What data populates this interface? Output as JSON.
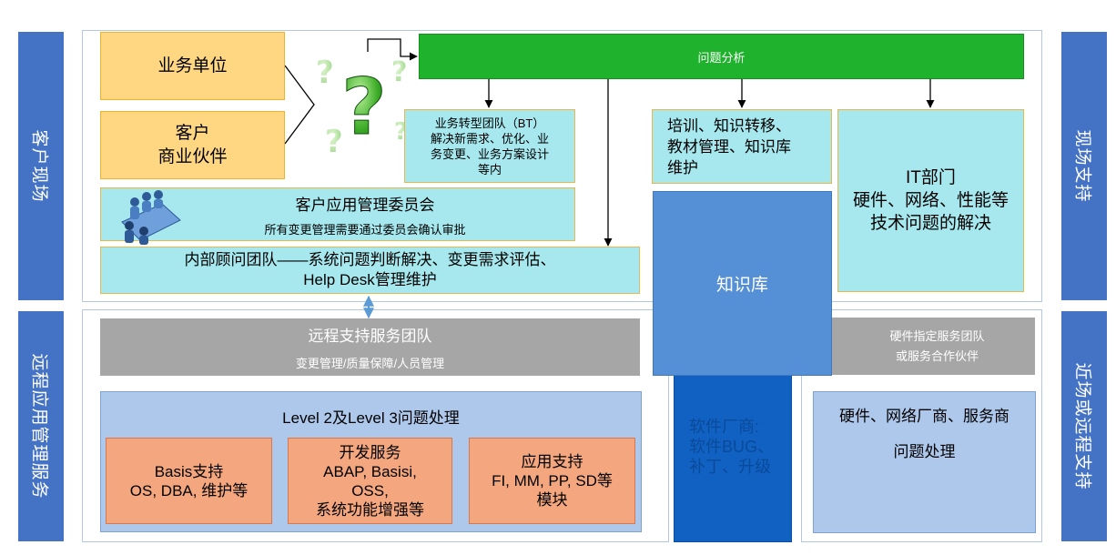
{
  "side_labels": {
    "customer_site": "客户现场",
    "remote_service": "远程应用管理服务",
    "onsite_support": "现场支持",
    "near_remote_support": "近场或远程支持"
  },
  "business_unit": "业务单位",
  "customer": {
    "line1": "客户",
    "line2": "商业伙伴"
  },
  "problem_analysis": "问题分析",
  "bt_team": {
    "line1": "业务转型团队（BT）",
    "line2": "解决新需求、优化、业",
    "line3": "务变更、业务方案设计",
    "line4": "等内"
  },
  "training": {
    "line1": "培训、知识转移、",
    "line2": "教材管理、知识库",
    "line3": "维护"
  },
  "it_dept": {
    "line1": "IT部门",
    "line2": "硬件、网络、性能等",
    "line3": "技术问题的解决"
  },
  "committee": {
    "title": "客户应用管理委员会",
    "subtitle": "所有变更管理需要通过委员会确认审批"
  },
  "internal_team": {
    "line1": "内部顾问团队——系统问题判断解决、变更需求评估、",
    "line2": "Help Desk管理维护"
  },
  "knowledge_base": "知识库",
  "remote_team": {
    "title": "远程支持服务团队",
    "subtitle": "变更管理/质量保障/人员管理"
  },
  "level_box": {
    "title": "Level 2及Level 3问题处理"
  },
  "basis": {
    "line1": "Basis支持",
    "line2": "OS, DBA, 维护等"
  },
  "dev": {
    "line1": "开发服务",
    "line2": "ABAP, Basisi,",
    "line3": "OSS,",
    "line4": "系统功能增强等"
  },
  "app_support": {
    "line1": "应用支持",
    "line2": "FI, MM, PP, SD等",
    "line3": "模块"
  },
  "vendor": {
    "line1": "软件厂商:",
    "line2": "软件BUG、",
    "line3": "补丁、升级"
  },
  "hw_team": {
    "line1": "硬件指定服务团队",
    "line2": "或服务合作伙伴"
  },
  "hw_vendor": {
    "line1": "硬件、网络厂商、服务商",
    "line2": "问题处理"
  },
  "colors": {
    "side_blue": "#4472c4",
    "green": "#1fb22c",
    "orange": "#ffd783",
    "cyan": "#a6e8ee",
    "gray": "#a6a6a6",
    "knowledge_blue": "#5590d6",
    "salmon": "#f4a77f"
  }
}
